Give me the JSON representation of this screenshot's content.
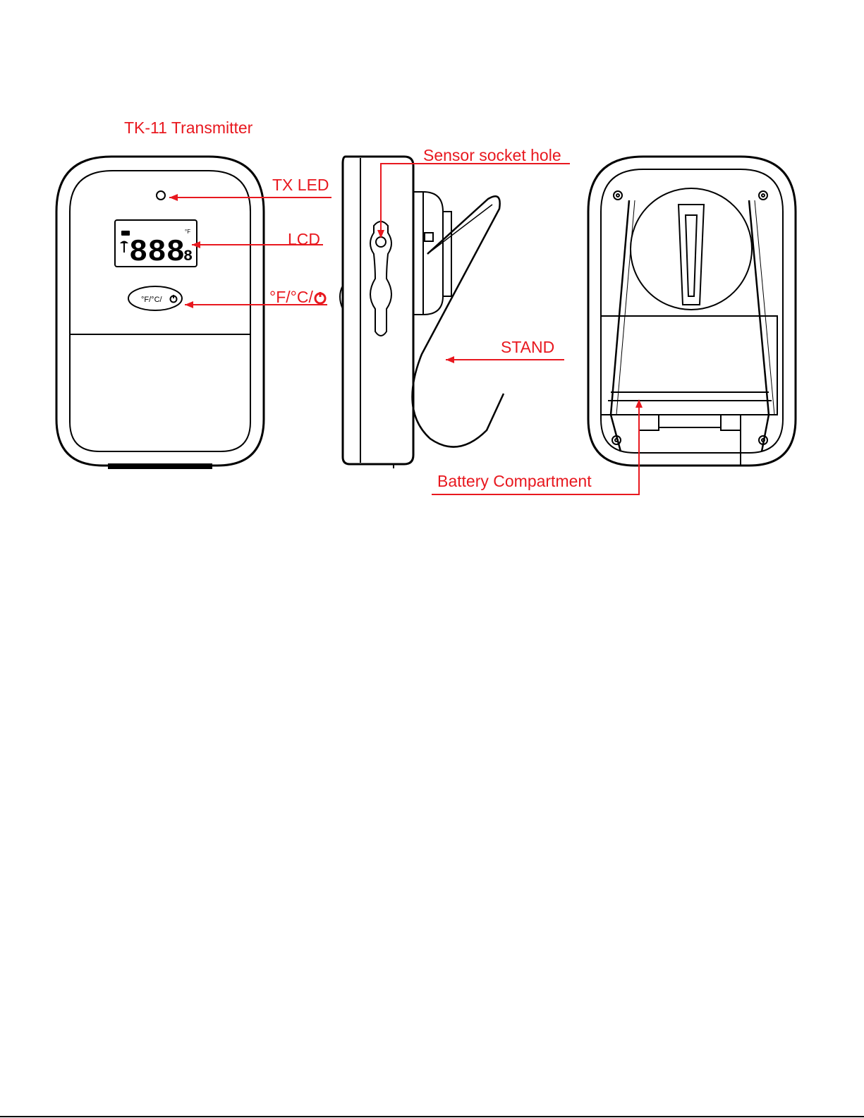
{
  "title": "TK-11 Transmitter",
  "labels": {
    "tx_led": "TX LED",
    "lcd": "LCD",
    "unit_button": "°F/°C/",
    "unit_button_small": "°F/°C/",
    "sensor_socket_hole": "Sensor socket hole",
    "stand": "STAND",
    "battery_compartment": "Battery Compartment"
  },
  "lcd_display": {
    "digits": "888",
    "decimal": "8"
  },
  "colors": {
    "accent": "#e8181f",
    "line": "#000000",
    "background": "#ffffff"
  },
  "icons": [
    "power-icon",
    "battery-icon",
    "antenna-icon",
    "thermometer-icon"
  ]
}
